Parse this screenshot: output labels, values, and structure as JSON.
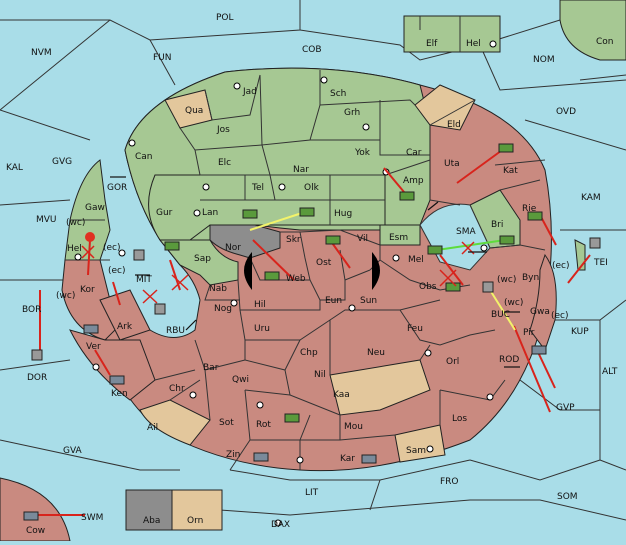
{
  "territories": {
    "pol": "POL",
    "nvm": "NVM",
    "fun": "FUN",
    "cob": "COB",
    "elf": "Elf",
    "hel": "Hel",
    "nom": "NOM",
    "con": "Con",
    "ovd": "OVD",
    "kal": "KAL",
    "gvg": "GVG",
    "mvu": "MVU",
    "kam": "KAM",
    "bor": "BOR",
    "dor": "DOR",
    "kup": "KUP",
    "alt": "ALT",
    "gvp": "GVP",
    "gva": "GVA",
    "fro": "FRO",
    "som": "SOM",
    "swm": "SWM",
    "lit": "LIT",
    "dax": "DAX",
    "cow": "Cow",
    "aba": "Aba",
    "orn": "Orn",
    "gor": "GOR",
    "mit": "MIT",
    "rbu": "RBU",
    "sma": "SMA",
    "buc": "BUC",
    "rod": "ROD",
    "jad": "Jad",
    "sch": "Sch",
    "qua": "Qua",
    "jos": "Jos",
    "grh": "Grh",
    "eld": "Eld",
    "can": "Can",
    "elc": "Elc",
    "nar": "Nar",
    "yok": "Yok",
    "car": "Car",
    "uta": "Uta",
    "kat": "Kat",
    "amp": "Amp",
    "tel": "Tel",
    "olk": "Olk",
    "gaw": "Gaw",
    "gur": "Gur",
    "lan": "Lan",
    "hug": "Hug",
    "bri": "Bri",
    "rie": "Rie",
    "nor": "Nor",
    "skr": "Skr",
    "vil": "Vil",
    "esm": "Esm",
    "sap": "Sap",
    "ost": "Ost",
    "web": "Web",
    "mel": "Mel",
    "byn": "Byn",
    "hel2": "Hel",
    "kor": "Kor",
    "nab": "Nab",
    "eun": "Eun",
    "obs": "Obs",
    "gwa": "Gwa",
    "hil": "Hil",
    "sun": "Sun",
    "nog": "Nog",
    "ark": "Ark",
    "uru": "Uru",
    "feu": "Feu",
    "pir": "Pir",
    "ver": "Ver",
    "chp": "Chp",
    "neu": "Neu",
    "orl": "Orl",
    "bar": "Bar",
    "qwi": "Qwi",
    "nil": "Nil",
    "ken": "Ken",
    "chr": "Chr",
    "kaa": "Kaa",
    "los": "Los",
    "ail": "Ail",
    "sot": "Sot",
    "rot": "Rot",
    "mou": "Mou",
    "zin": "Zin",
    "kar": "Kar",
    "sam": "Sam",
    "tei": "TEI"
  },
  "coast_labels": {
    "wc1": "(wc)",
    "ec1": "(ec)",
    "ec2": "(ec)",
    "wc2": "(wc)",
    "wc3": "(wc)",
    "wc4": "(wc)",
    "ec3": "(ec)",
    "ec4": "(ec)"
  },
  "colors": {
    "sea": "#a9dde8",
    "green_power": "#a6c893",
    "red_power": "#c98a80",
    "neutral": "#e3c79c",
    "grey": "#8d8d8d",
    "order_arrow": "#d8241c"
  }
}
